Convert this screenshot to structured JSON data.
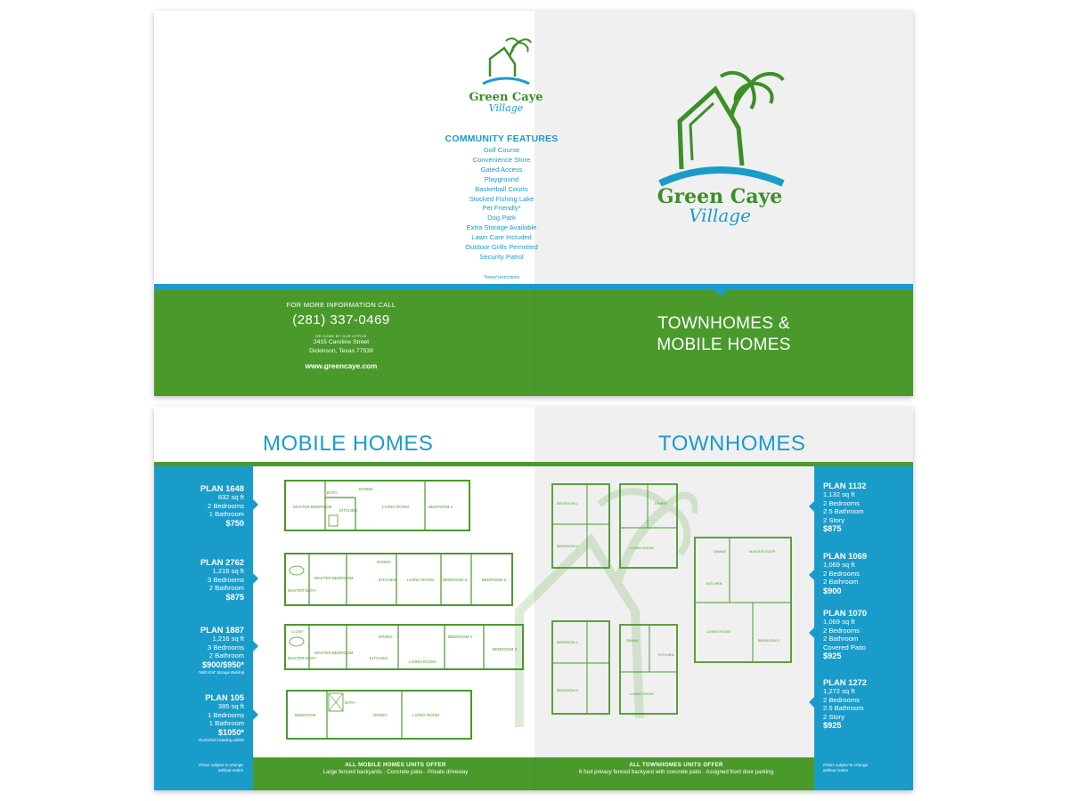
{
  "brand": {
    "name": "Green Caye",
    "subname": "Village",
    "green": "#4a9a2b",
    "blue": "#1a9ccb"
  },
  "cover": {
    "features_title": "COMMUNITY FEATURES",
    "features": [
      "Golf Course",
      "Convenience Store",
      "Gated Access",
      "Playground",
      "Basketball Courts",
      "Stocked Fishing Lake",
      "Pet Friendly*",
      "Dog Park",
      "Extra Storage Available",
      "Lawn Care Included",
      "Outdoor Grills Permitted",
      "Security Patrol"
    ],
    "features_note": "*breed restrictions",
    "contact_label": "FOR MORE INFORMATION CALL",
    "phone": "(281) 337-0469",
    "office_label": "OR COME BY OUR OFFICE",
    "address_line1": "2415 Caroline Street",
    "address_line2": "Dickinson, Texas 77539",
    "website": "www.greencaye.com",
    "title_line1": "TOWNHOMES &",
    "title_line2": "MOBILE HOMES"
  },
  "inside": {
    "mobile_title": "MOBILE HOMES",
    "townhomes_title": "TOWNHOMES",
    "mobile_plans": [
      {
        "plan": "PLAN 1648",
        "sqft": "832 sq ft",
        "beds": "2 Bedrooms",
        "baths": "1 Bathroom",
        "price": "$750",
        "note": ""
      },
      {
        "plan": "PLAN 2762",
        "sqft": "1,216 sq ft",
        "beds": "3 Bedrooms",
        "baths": "2 Bathroom",
        "price": "$875",
        "note": ""
      },
      {
        "plan": "PLAN 1887",
        "sqft": "1,216 sq ft",
        "beds": "3 Bedrooms",
        "baths": "2 Bathroom",
        "price": "$900/$950*",
        "note": "*With 8'x8' Storage Building"
      },
      {
        "plan": "PLAN 105",
        "sqft": "385 sq ft",
        "beds": "1 Bedrooms",
        "baths": "1 Bathroom",
        "price": "$1050*",
        "note": "*Furnished including utilities"
      }
    ],
    "townhome_plans": [
      {
        "plan": "PLAN 1132",
        "sqft": "1,132 sq ft",
        "line1": "2 Bedrooms",
        "line2": "2.5 Bathroom",
        "line3": "2 Story",
        "price": "$875"
      },
      {
        "plan": "PLAN 1069",
        "sqft": "1,069 sq ft",
        "line1": "2 Bedrooms",
        "line2": "2 Bathroom",
        "line3": "",
        "price": "$900"
      },
      {
        "plan": "PLAN 1070",
        "sqft": "1,069 sq ft",
        "line1": "2 Bedrooms",
        "line2": "2 Bathroom",
        "line3": "Covered Patio",
        "price": "$925"
      },
      {
        "plan": "PLAN 1272",
        "sqft": "1,272 sq ft",
        "line1": "2 Bedrooms",
        "line2": "2.5 Bathroom",
        "line3": "2 Story",
        "price": "$925"
      }
    ],
    "disclaimer_line1": "Prices subject to change",
    "disclaimer_line2": "without notice",
    "mobile_footer_title": "ALL MOBILE HOMES UNITS OFFER",
    "mobile_footer_text": "Large fenced backyards · Concrete patio · Private driveway",
    "town_footer_title": "ALL TOWNHOMES UNITS OFFER",
    "town_footer_text": "6 foot privacy fenced backyard with concrete patio · Assigned front door parking",
    "floorplan_labels": {
      "dining": "DINING",
      "living": "LIVING ROOM",
      "kitchen": "KITCHEN",
      "master_bedroom": "MASTER BEDROOM",
      "master_bath": "MASTER BATH",
      "bedroom2": "BEDROOM 2",
      "bedroom3": "BEDROOM 3",
      "bedroom": "BEDROOM",
      "bath": "BATH",
      "closet": "CLOSET",
      "master_suite": "MASTER SUITE",
      "bedroom1": "BEDROOM 1"
    }
  }
}
